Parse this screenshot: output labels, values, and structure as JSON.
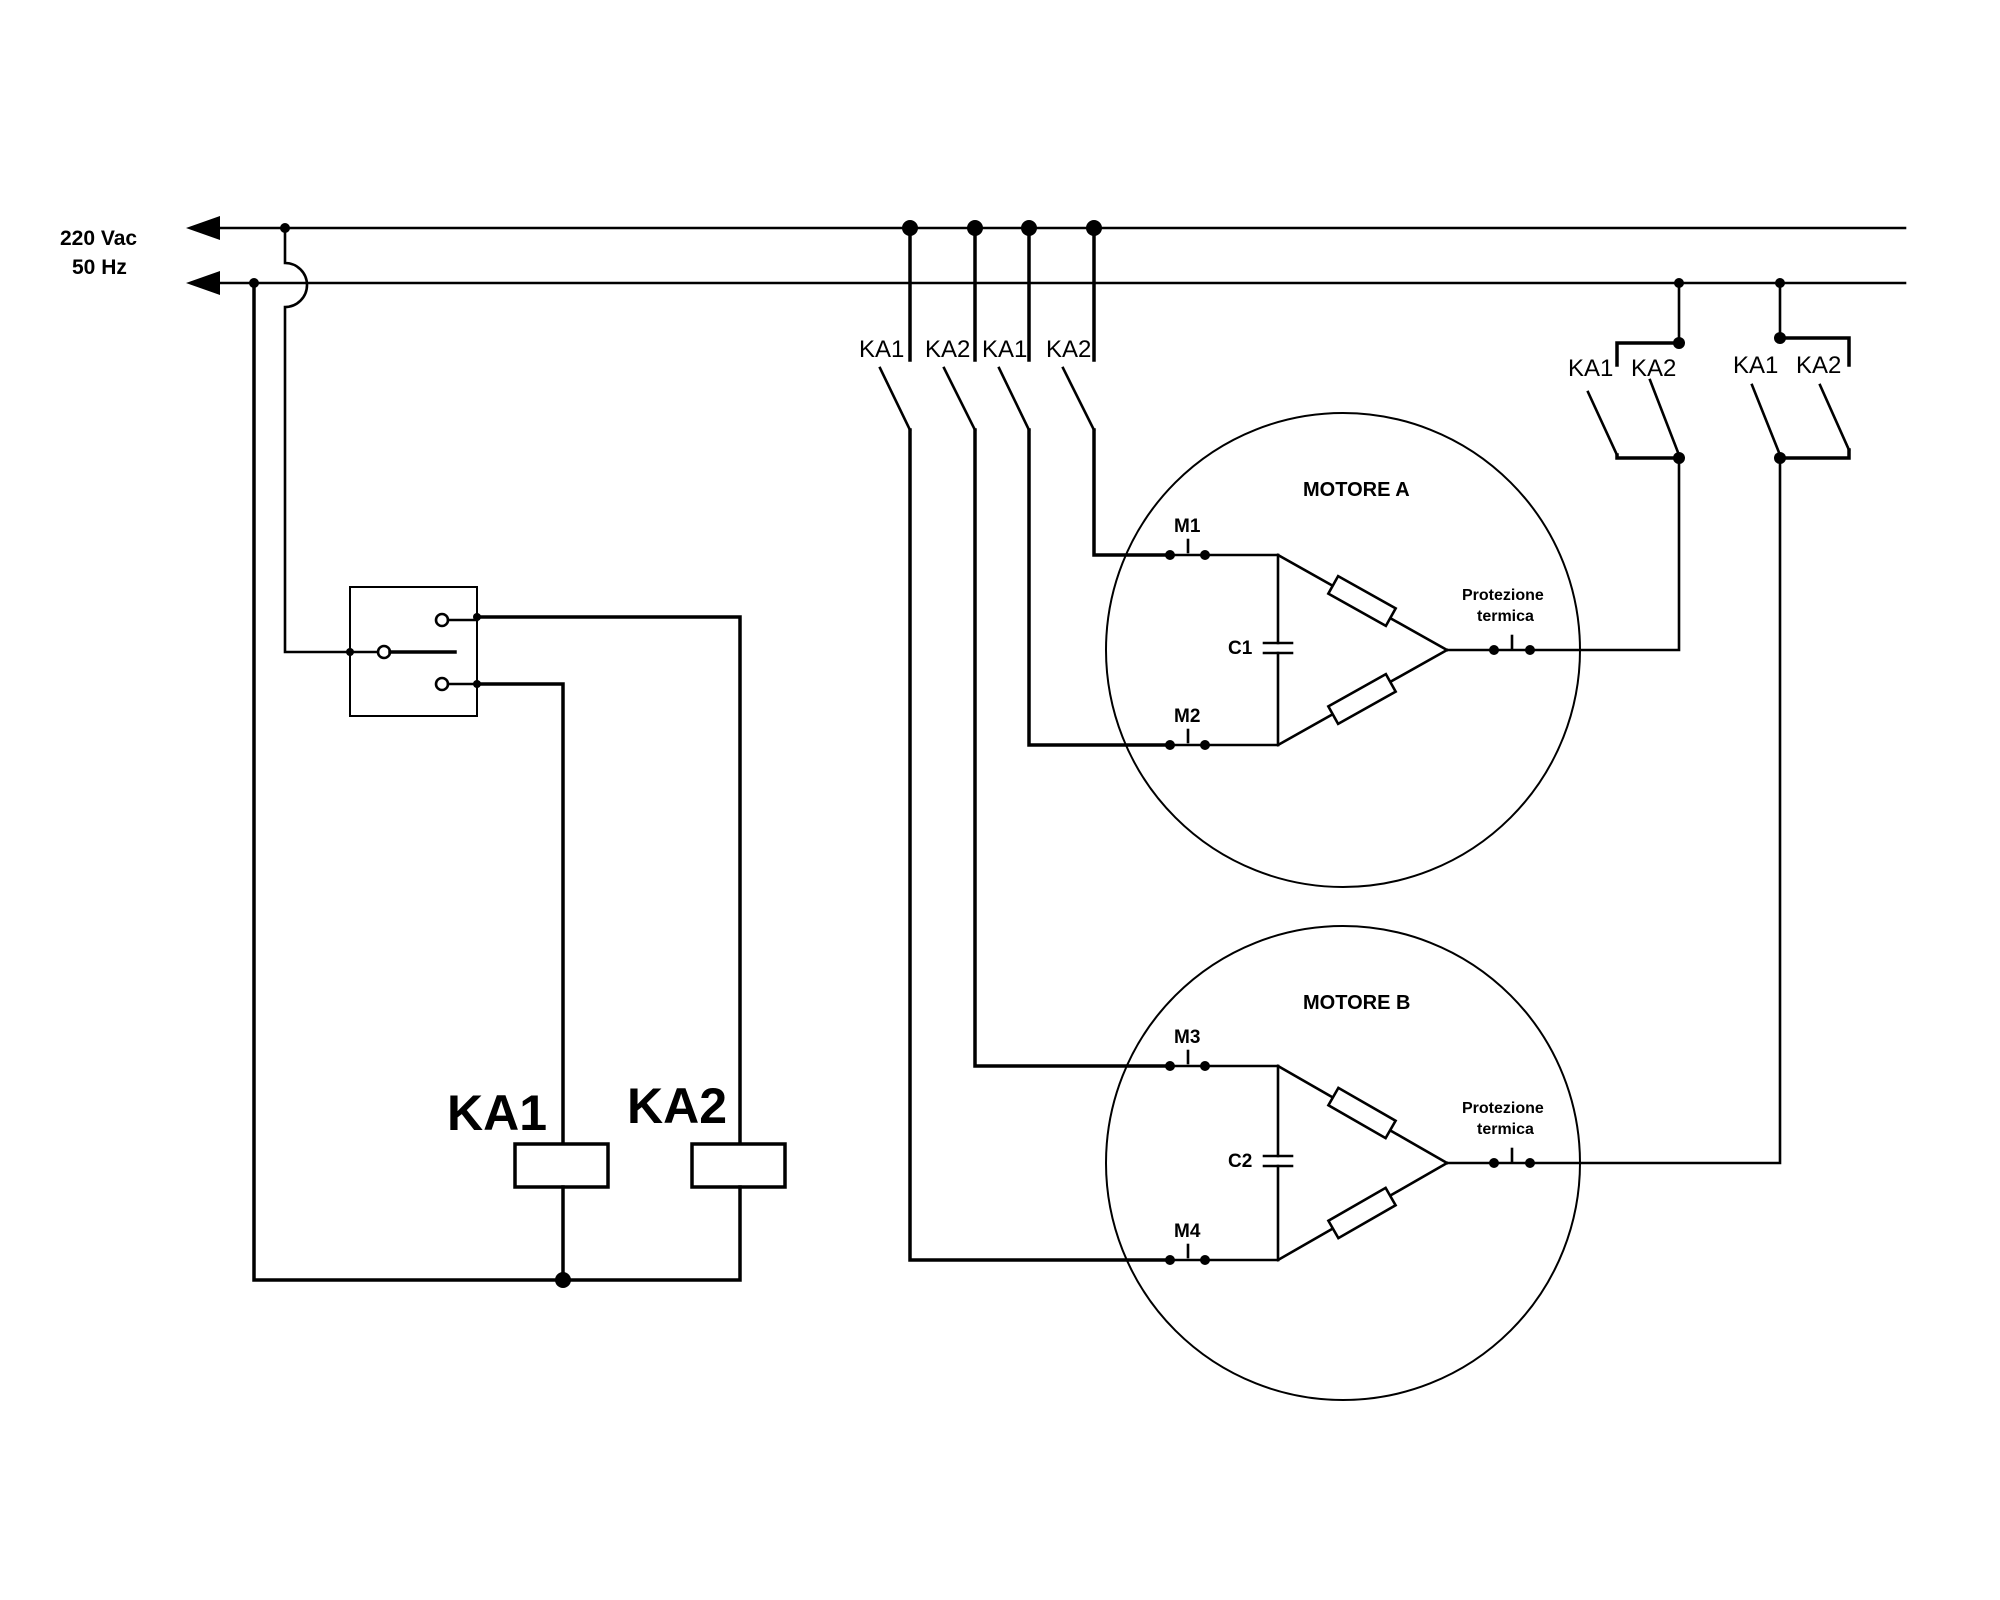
{
  "supply": {
    "voltage": "220 Vac",
    "frequency": "50 Hz"
  },
  "contacts": {
    "line_labels": [
      "KA1",
      "KA2",
      "KA1",
      "KA2"
    ],
    "pair_a": [
      "KA1",
      "KA2"
    ],
    "pair_b": [
      "KA1",
      "KA2"
    ]
  },
  "coils": {
    "coil1": "KA1",
    "coil2": "KA2"
  },
  "motor_a": {
    "title": "MOTORE  A",
    "switch_top": "M1",
    "switch_bottom": "M2",
    "capacitor": "C1",
    "protection_line1": "Protezione",
    "protection_line2": "termica"
  },
  "motor_b": {
    "title": "MOTORE  B",
    "switch_top": "M3",
    "switch_bottom": "M4",
    "capacitor": "C2",
    "protection_line1": "Protezione",
    "protection_line2": "termica"
  }
}
